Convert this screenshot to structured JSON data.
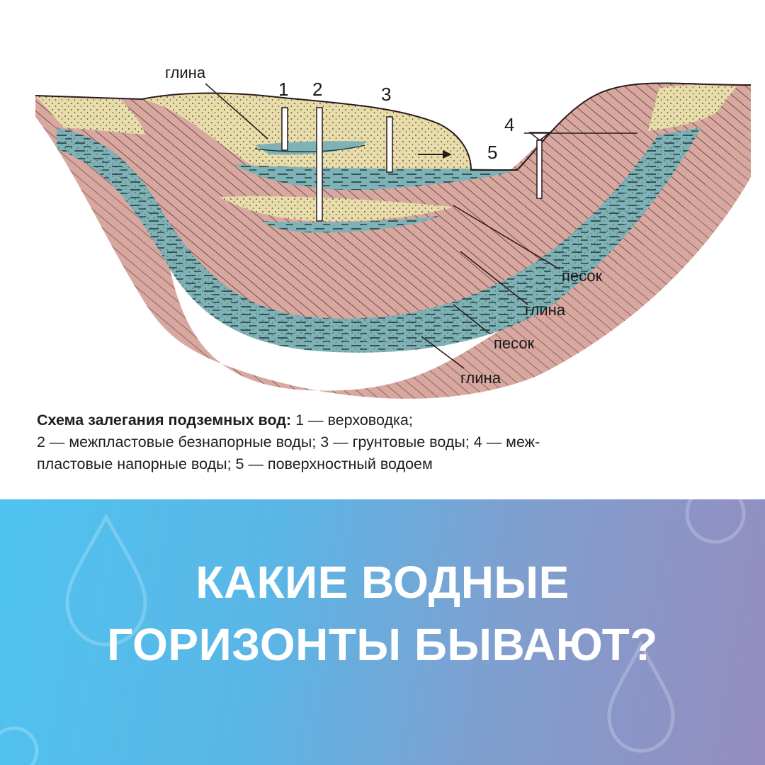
{
  "diagram": {
    "labels": {
      "clay_top": "глина",
      "sand_1": "песок",
      "clay_1": "глина",
      "sand_2": "песок",
      "clay_2": "глина"
    },
    "numbers": [
      "1",
      "2",
      "3",
      "4",
      "5"
    ]
  },
  "caption": {
    "bold": "Схема залегания подземных вод:",
    "line1": " 1 — верховодка;",
    "line2": "2 — межпластовые безнапорные воды; 3 — грунтовые воды; 4 — меж-",
    "line3": "пластовые напорные воды; 5 — поверхностный водоем"
  },
  "banner": {
    "title_line1": "КАКИЕ ВОДНЫЕ",
    "title_line2": "ГОРИЗОНТЫ БЫВАЮТ?"
  },
  "colors": {
    "clay": "#d8a8a0",
    "sand": "#e8dcaa",
    "water": "#7fb2b6",
    "banner_left": "#4fc3f0",
    "banner_right": "#958cbf"
  }
}
